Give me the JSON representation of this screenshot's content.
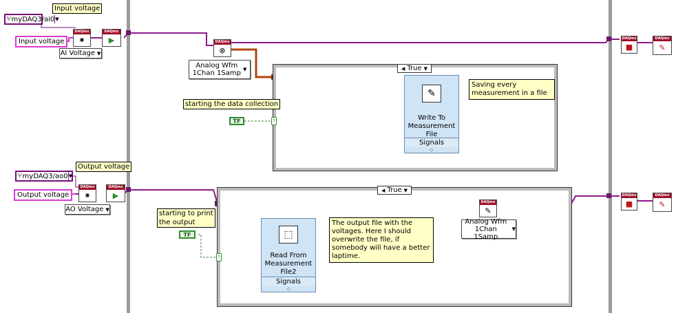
{
  "colors": {
    "task_wire": "#8a1a8a",
    "dynamic_wire": "#b0460e",
    "signal_wire": "#1a2aa0",
    "bool_wire": "#2f8a2f",
    "loop_bar": "#9a9a9a",
    "comment_bg": "#ffffc6"
  },
  "input_section": {
    "label": "Input voltage",
    "channel": "myDAQ3/ai0",
    "channel_prefix": "I/O",
    "name_const": "Input voltage",
    "create_channel_mode": "AI Voltage",
    "waveform_mode_line1": "Analog Wfm",
    "waveform_mode_line2": "1Chan 1Samp"
  },
  "output_section": {
    "label": "Output voltage",
    "channel": "myDAQ3/ao0",
    "channel_prefix": "I/O",
    "name_const": "Output voltage",
    "create_channel_mode": "AO Voltage",
    "waveform_mode_line1": "Analog Wfm",
    "waveform_mode_line2": "1Chan 1Samp"
  },
  "case_top": {
    "selector": "True",
    "bool_label": "starting the data collection",
    "bool_const": "TF",
    "express_vi": {
      "line1": "Write To",
      "line2": "Measurement",
      "line3": "File",
      "terminal": "Signals"
    },
    "comment": "Saving every measurement in a file"
  },
  "case_bottom": {
    "selector": "True",
    "bool_label_line1": "starting to print",
    "bool_label_line2": "the output",
    "bool_const": "TF",
    "express_vi": {
      "line1": "Read From",
      "line2": "Measurement",
      "line3": "File2",
      "terminal": "Signals"
    },
    "comment": "The output file with the voltages. Here I should overwrite the file, if somebody will have a better laptime."
  },
  "icons": {
    "daqmx_band": "DAQmx",
    "create_channel": "create-channel-icon",
    "start_task": "start-task-icon",
    "read": "daqmx-read-icon",
    "write": "daqmx-write-icon",
    "stop_task": "stop-task-icon",
    "clear_task": "clear-task-icon"
  }
}
